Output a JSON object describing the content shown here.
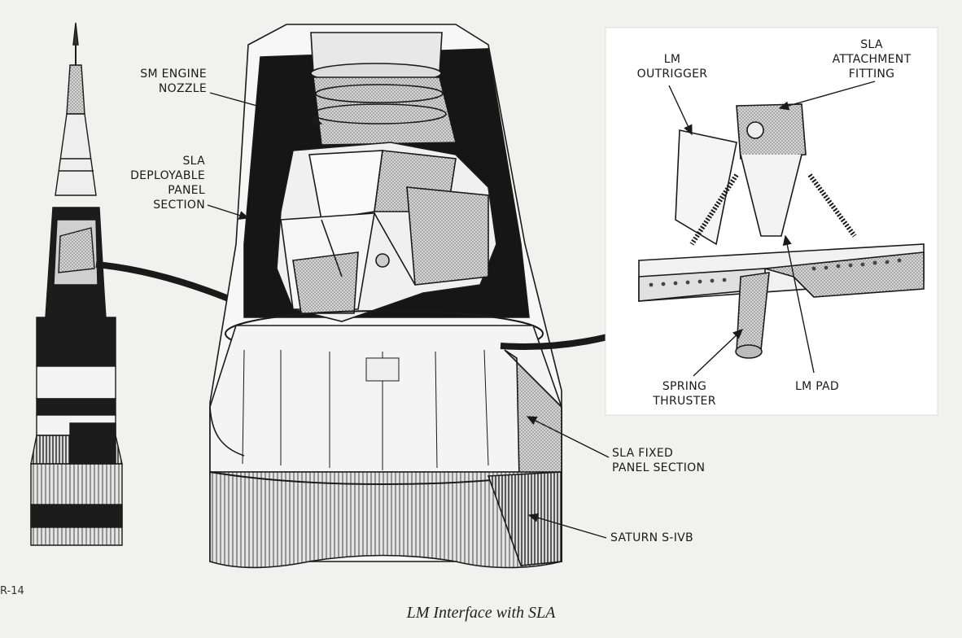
{
  "labels": {
    "sm_engine_nozzle": [
      "SM ENGINE",
      "NOZZLE"
    ],
    "sla_deployable": [
      "SLA",
      "DEPLOYABLE",
      "PANEL",
      "SECTION"
    ],
    "lm_outrigger": [
      "LM",
      "OUTRIGGER"
    ],
    "sla_attachment": [
      "SLA",
      "ATTACHMENT",
      "FITTING"
    ],
    "spring_thruster": [
      "SPRING",
      "THRUSTER"
    ],
    "lm_pad": [
      "LM PAD"
    ],
    "sla_fixed": [
      "SLA FIXED",
      "PANEL SECTION"
    ],
    "saturn_sivb": [
      "SATURN S-IVB"
    ]
  },
  "figure_id": "R-14",
  "caption": "LM Interface with SLA",
  "colors": {
    "ink": "#1a1a1a",
    "paper": "#f1f1ef",
    "dark_fill": "#1c1c1c",
    "stipple": "#9a9a9a"
  }
}
